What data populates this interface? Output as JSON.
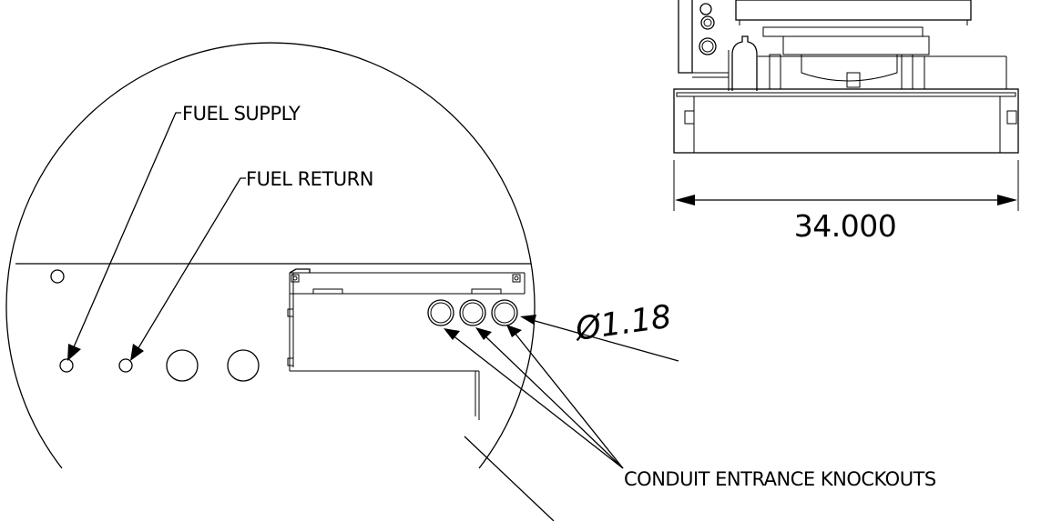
{
  "labels": {
    "fuel_supply": "FUEL SUPPLY",
    "fuel_return": "FUEL RETURN",
    "conduit_knockouts": "CONDUIT ENTRANCE KNOCKOUTS"
  },
  "dimensions": {
    "width": "34.000",
    "diameter": "Ø1.18"
  },
  "colors": {
    "line": "#000000",
    "background": "#ffffff"
  }
}
